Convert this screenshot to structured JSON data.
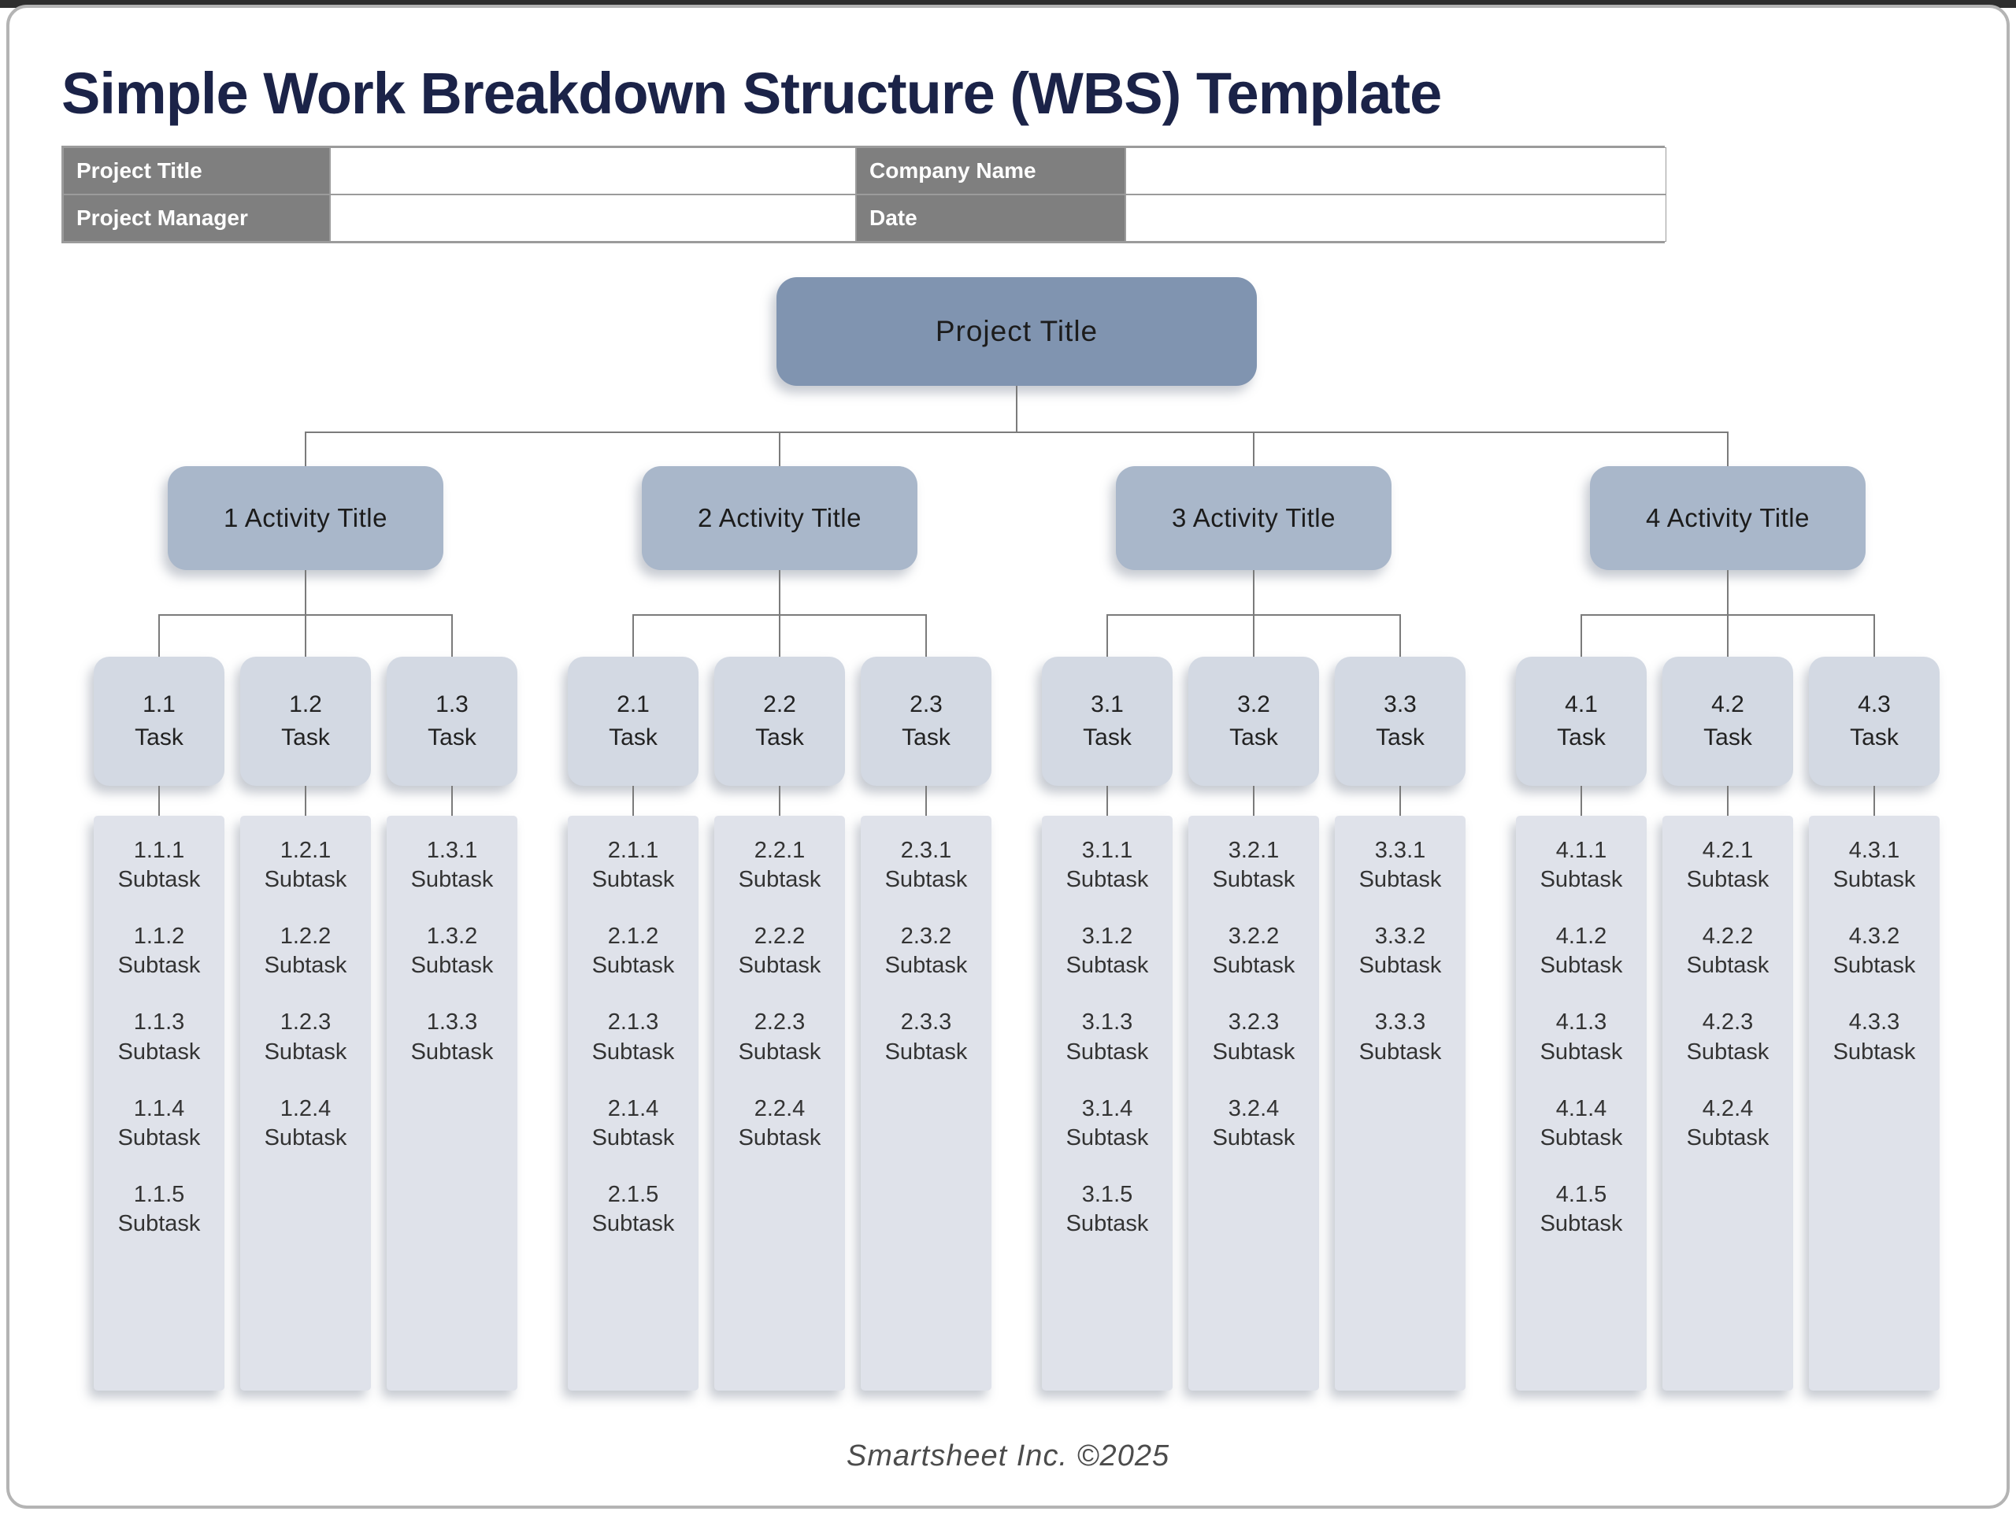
{
  "page": {
    "title": "Simple Work Breakdown Structure (WBS) Template",
    "footer": "Smartsheet Inc. ©2025"
  },
  "colors": {
    "title_text": "#1b2348",
    "table_label_bg": "#7f7f7f",
    "table_label_text": "#ffffff",
    "root_box": "#8094b0",
    "activity_box": "#a9b7ca",
    "task_box": "#d3d9e3",
    "subtask_column": "#dfe2ea",
    "connector_line": "#7b7b7b",
    "page_border": "#b4b4b4",
    "footer_text": "#4c4c4c"
  },
  "info_table": {
    "rows": [
      {
        "label1": "Project Title",
        "value1": "",
        "label2": "Company Name",
        "value2": ""
      },
      {
        "label1": "Project Manager",
        "value1": "",
        "label2": "Date",
        "value2": ""
      }
    ]
  },
  "chart": {
    "root_label": "Project Title",
    "groups": [
      {
        "label": "1 Activity Title",
        "tasks": [
          {
            "id": "1.1",
            "label": "Task",
            "subtasks": [
              {
                "id": "1.1.1",
                "label": "Subtask"
              },
              {
                "id": "1.1.2",
                "label": "Subtask"
              },
              {
                "id": "1.1.3",
                "label": "Subtask"
              },
              {
                "id": "1.1.4",
                "label": "Subtask"
              },
              {
                "id": "1.1.5",
                "label": "Subtask"
              }
            ]
          },
          {
            "id": "1.2",
            "label": "Task",
            "subtasks": [
              {
                "id": "1.2.1",
                "label": "Subtask"
              },
              {
                "id": "1.2.2",
                "label": "Subtask"
              },
              {
                "id": "1.2.3",
                "label": "Subtask"
              },
              {
                "id": "1.2.4",
                "label": "Subtask"
              }
            ]
          },
          {
            "id": "1.3",
            "label": "Task",
            "subtasks": [
              {
                "id": "1.3.1",
                "label": "Subtask"
              },
              {
                "id": "1.3.2",
                "label": "Subtask"
              },
              {
                "id": "1.3.3",
                "label": "Subtask"
              }
            ]
          }
        ]
      },
      {
        "label": "2 Activity Title",
        "tasks": [
          {
            "id": "2.1",
            "label": "Task",
            "subtasks": [
              {
                "id": "2.1.1",
                "label": "Subtask"
              },
              {
                "id": "2.1.2",
                "label": "Subtask"
              },
              {
                "id": "2.1.3",
                "label": "Subtask"
              },
              {
                "id": "2.1.4",
                "label": "Subtask"
              },
              {
                "id": "2.1.5",
                "label": "Subtask"
              }
            ]
          },
          {
            "id": "2.2",
            "label": "Task",
            "subtasks": [
              {
                "id": "2.2.1",
                "label": "Subtask"
              },
              {
                "id": "2.2.2",
                "label": "Subtask"
              },
              {
                "id": "2.2.3",
                "label": "Subtask"
              },
              {
                "id": "2.2.4",
                "label": "Subtask"
              }
            ]
          },
          {
            "id": "2.3",
            "label": "Task",
            "subtasks": [
              {
                "id": "2.3.1",
                "label": "Subtask"
              },
              {
                "id": "2.3.2",
                "label": "Subtask"
              },
              {
                "id": "2.3.3",
                "label": "Subtask"
              }
            ]
          }
        ]
      },
      {
        "label": "3 Activity Title",
        "tasks": [
          {
            "id": "3.1",
            "label": "Task",
            "subtasks": [
              {
                "id": "3.1.1",
                "label": "Subtask"
              },
              {
                "id": "3.1.2",
                "label": "Subtask"
              },
              {
                "id": "3.1.3",
                "label": "Subtask"
              },
              {
                "id": "3.1.4",
                "label": "Subtask"
              },
              {
                "id": "3.1.5",
                "label": "Subtask"
              }
            ]
          },
          {
            "id": "3.2",
            "label": "Task",
            "subtasks": [
              {
                "id": "3.2.1",
                "label": "Subtask"
              },
              {
                "id": "3.2.2",
                "label": "Subtask"
              },
              {
                "id": "3.2.3",
                "label": "Subtask"
              },
              {
                "id": "3.2.4",
                "label": "Subtask"
              }
            ]
          },
          {
            "id": "3.3",
            "label": "Task",
            "subtasks": [
              {
                "id": "3.3.1",
                "label": "Subtask"
              },
              {
                "id": "3.3.2",
                "label": "Subtask"
              },
              {
                "id": "3.3.3",
                "label": "Subtask"
              }
            ]
          }
        ]
      },
      {
        "label": "4 Activity Title",
        "tasks": [
          {
            "id": "4.1",
            "label": "Task",
            "subtasks": [
              {
                "id": "4.1.1",
                "label": "Subtask"
              },
              {
                "id": "4.1.2",
                "label": "Subtask"
              },
              {
                "id": "4.1.3",
                "label": "Subtask"
              },
              {
                "id": "4.1.4",
                "label": "Subtask"
              },
              {
                "id": "4.1.5",
                "label": "Subtask"
              }
            ]
          },
          {
            "id": "4.2",
            "label": "Task",
            "subtasks": [
              {
                "id": "4.2.1",
                "label": "Subtask"
              },
              {
                "id": "4.2.2",
                "label": "Subtask"
              },
              {
                "id": "4.2.3",
                "label": "Subtask"
              },
              {
                "id": "4.2.4",
                "label": "Subtask"
              }
            ]
          },
          {
            "id": "4.3",
            "label": "Task",
            "subtasks": [
              {
                "id": "4.3.1",
                "label": "Subtask"
              },
              {
                "id": "4.3.2",
                "label": "Subtask"
              },
              {
                "id": "4.3.3",
                "label": "Subtask"
              }
            ]
          }
        ]
      }
    ]
  }
}
